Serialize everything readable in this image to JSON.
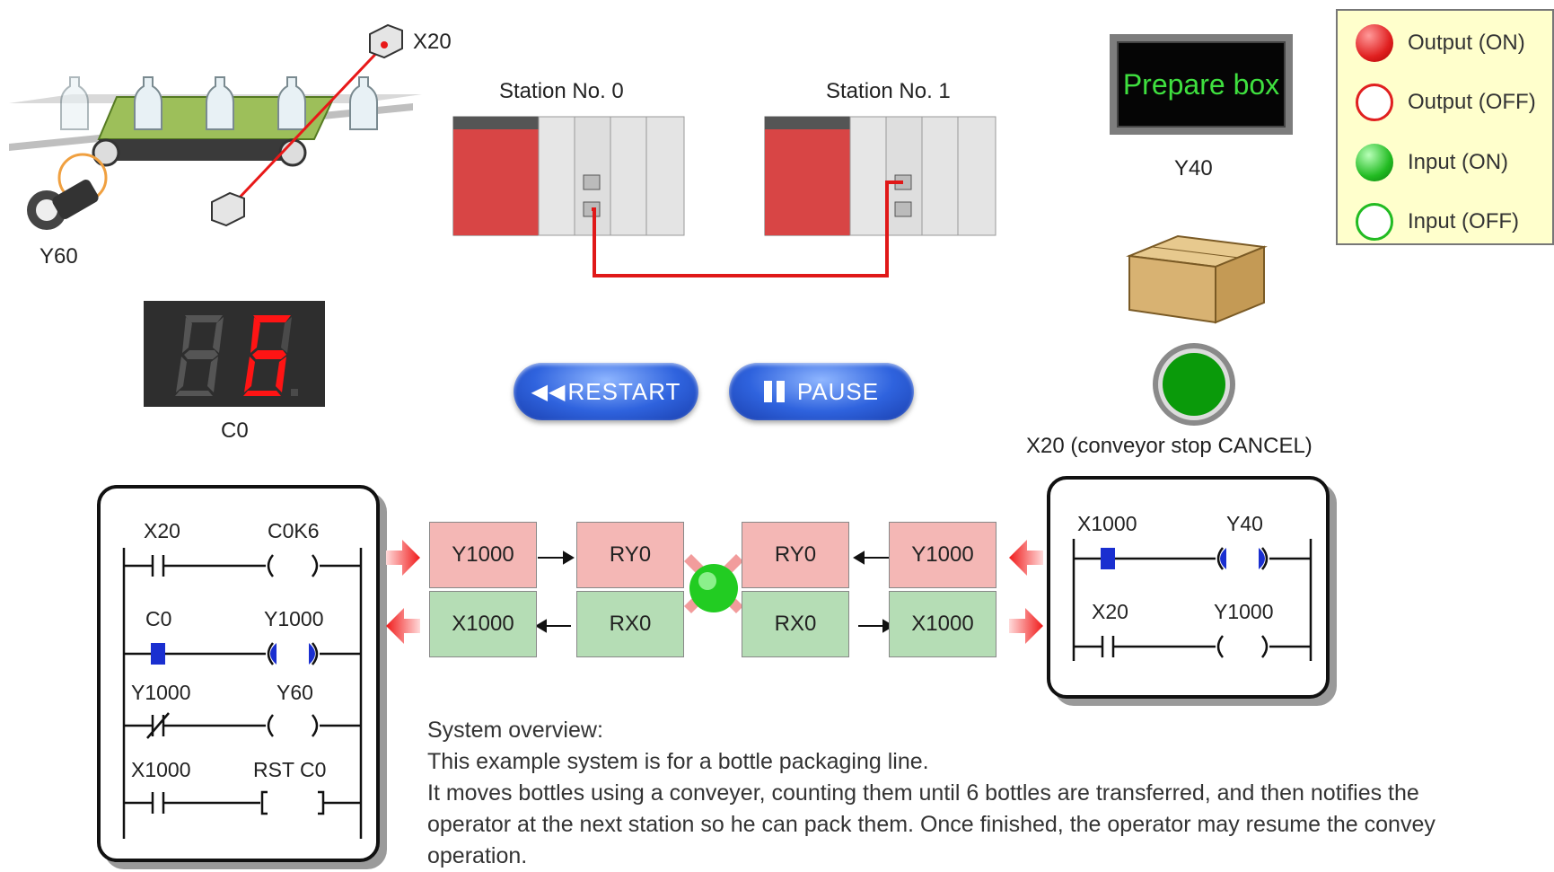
{
  "legend": {
    "items": [
      {
        "label": "Output (ON)",
        "color": "#e02020",
        "style": "filled"
      },
      {
        "label": "Output (OFF)",
        "color": "#e02020",
        "style": "ring"
      },
      {
        "label": "Input (ON)",
        "color": "#22bb22",
        "style": "filled"
      },
      {
        "label": "Input (OFF)",
        "color": "#22bb22",
        "style": "ring"
      }
    ]
  },
  "conveyor": {
    "sensor_label": "X20",
    "motor_label": "Y60"
  },
  "stations": {
    "station0": "Station No. 0",
    "station1": "Station No. 1"
  },
  "display": {
    "text": "Prepare box",
    "label": "Y40"
  },
  "counter": {
    "digit_tens": "8",
    "digit_ones": "6",
    "label": "C0"
  },
  "buttons": {
    "restart": "RESTART",
    "pause": "PAUSE"
  },
  "stop_button": {
    "label": "X20 (conveyor stop CANCEL)",
    "color": "#0a9a0a"
  },
  "ladder_left": {
    "rungs": [
      {
        "contact": "X20",
        "coil": "C0K6"
      },
      {
        "contact": "C0",
        "coil": "Y1000"
      },
      {
        "contact": "Y1000",
        "coil": "Y60"
      },
      {
        "contact": "X1000",
        "coil": "RST C0"
      }
    ]
  },
  "ladder_right": {
    "rungs": [
      {
        "contact": "X1000",
        "coil": "Y40"
      },
      {
        "contact": "X20",
        "coil": "Y1000"
      }
    ]
  },
  "devices": {
    "st0_out": "Y1000",
    "st0_ry": "RY0",
    "st1_ry": "RY0",
    "st1_out": "Y1000",
    "st0_in": "X1000",
    "st0_rx": "RX0",
    "st1_rx": "RX0",
    "st1_in": "X1000"
  },
  "overview": {
    "heading": "System overview:",
    "line1": "This example system is for a bottle packaging line.",
    "line2": "It moves bottles using a conveyer, counting them until 6 bottles are transferred, and then notifies the",
    "line3": "operator at the next station so he can pack them. Once finished, the operator may resume the convey",
    "line4": "operation."
  }
}
